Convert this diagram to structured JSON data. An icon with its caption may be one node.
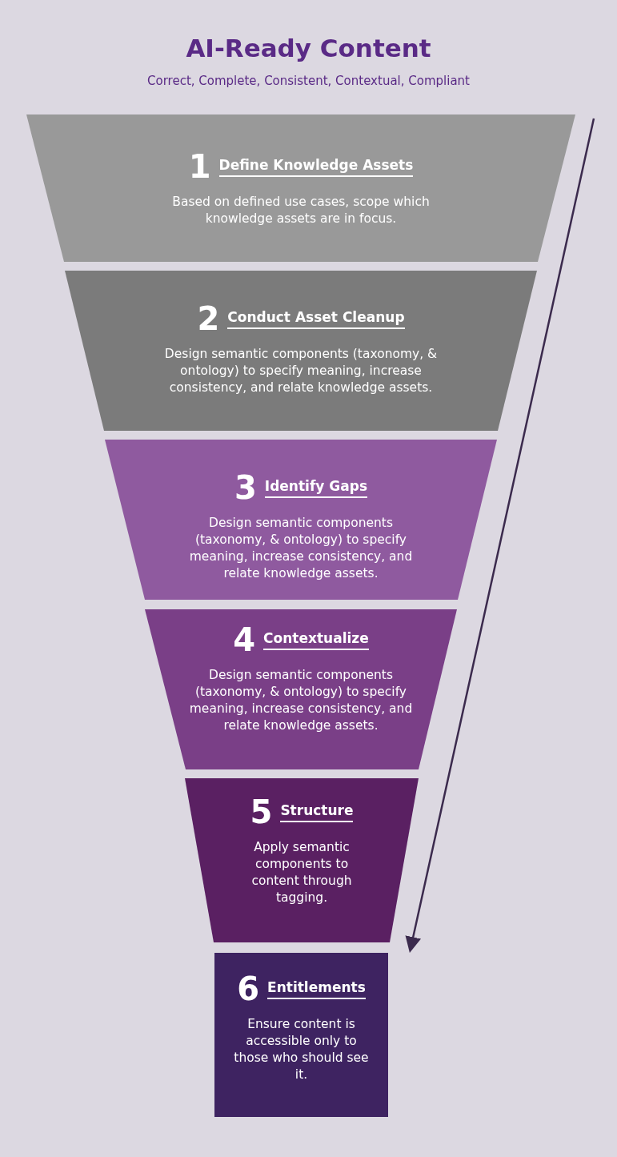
{
  "diagram": {
    "title": "AI-Ready Content",
    "nodes": [
      {
        "text": [
          "1",
          "Define Knowledge Assets",
          "Based on defined use cases, scope which knowledge assets are in focus."
        ]
      },
      {
        "text": [
          "2",
          "Conduct Asset Cleanup",
          "Design semantic components (taxonomy, & ontology) to specify meaning, increase consistency, and relate knowledge assets."
        ]
      },
      {
        "text": [
          "3",
          "Identify Gaps",
          "Design semantic components (taxonomy, & ontology) to specify meaning, increase consistency, and relate knowledge assets."
        ]
      },
      {
        "text": [
          "4",
          "Contextualize",
          "Design semantic components (taxonomy, & ontology) to specify meaning, increase consistency, and relate knowledge assets."
        ]
      },
      {
        "text": [
          "5",
          "Structure",
          "Apply semantic components to content through tagging."
        ]
      },
      {
        "text": [
          "6",
          "Entitlements",
          "Ensure content is accessible only to those who should see it."
        ]
      }
    ],
    "edges": [],
    "labels": [
      "Correct, Complete, Consistent, Contextual, Compliant"
    ]
  }
}
